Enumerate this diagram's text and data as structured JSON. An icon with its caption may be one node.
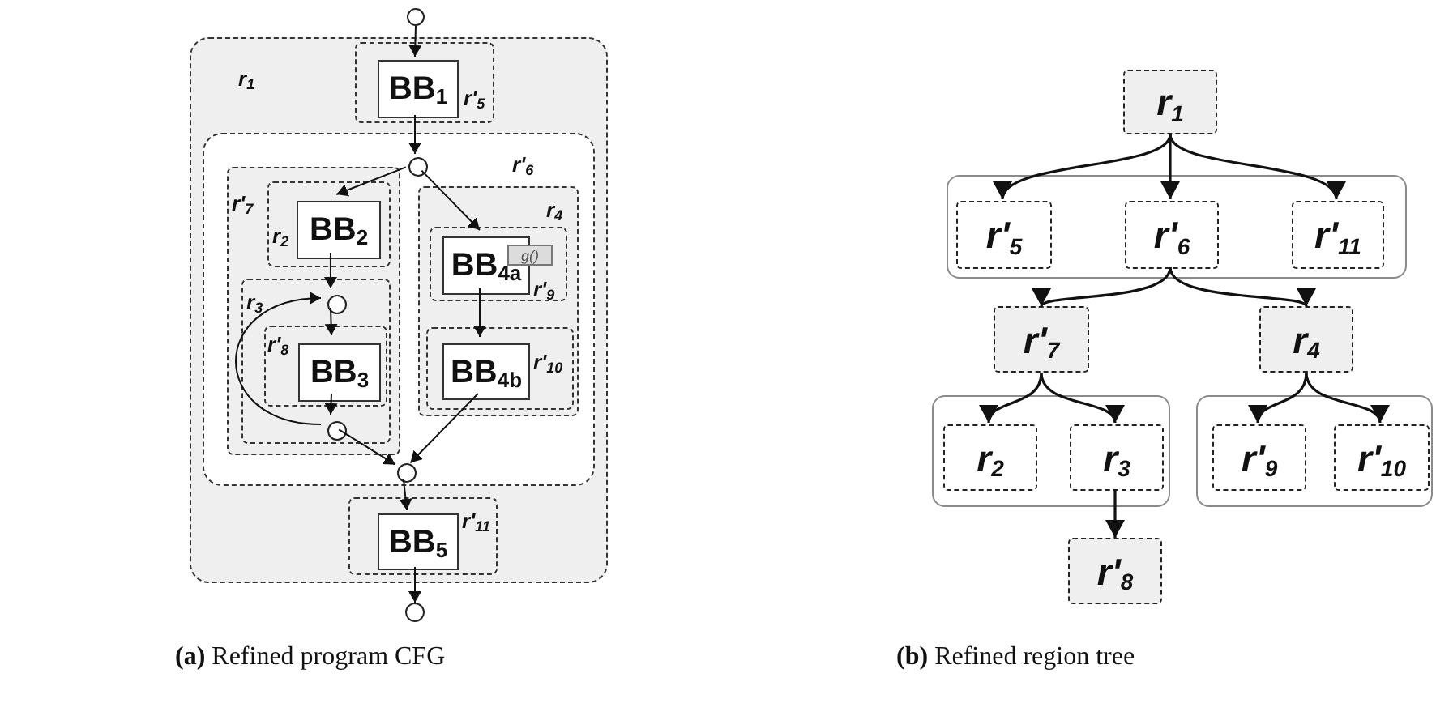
{
  "diagram": {
    "nodes": [
      {
        "text": [],
        "shape": "circle"
      },
      {
        "text": [
          "r$_{1}$"
        ]
      },
      {
        "text": [
          "r'$_{5}$"
        ],
        "in": 1
      },
      {
        "text": [
          "BB$_{1}$"
        ],
        "in": 2
      },
      {
        "text": [
          "r'$_{6}$"
        ],
        "in": 1
      },
      {
        "text": [],
        "shape": "circle",
        "in": 4
      },
      {
        "text": [
          "r'$_{7}$"
        ],
        "in": 4
      },
      {
        "text": [
          "r$_{2}$"
        ],
        "in": 6
      },
      {
        "text": [
          "BB$_{2}$"
        ],
        "in": 7
      },
      {
        "text": [
          "r$_{3}$"
        ],
        "in": 6
      },
      {
        "text": [],
        "shape": "circle",
        "in": 9
      },
      {
        "text": [
          "r'$_{8}$"
        ],
        "in": 9
      },
      {
        "text": [
          "BB$_{3}$"
        ],
        "in": 11
      },
      {
        "text": [],
        "shape": "circle",
        "in": 9
      },
      {
        "text": [
          "r$_{4}$"
        ],
        "in": 4
      },
      {
        "text": [
          "r'$_{9}$"
        ],
        "in": 14
      },
      {
        "text": [
          "BB$_{4a}$"
        ],
        "in": 15
      },
      {
        "text": [
          "g()"
        ],
        "in": 15
      },
      {
        "text": [
          "r'$_{10}$"
        ],
        "in": 14
      },
      {
        "text": [
          "BB$_{4b}$"
        ],
        "in": 18
      },
      {
        "text": [],
        "shape": "circle",
        "in": 4
      },
      {
        "text": [
          "r'$_{11}$"
        ],
        "in": 1
      },
      {
        "text": [
          "BB$_{5}$"
        ],
        "in": 21
      },
      {
        "text": [],
        "shape": "circle"
      },
      {
        "text": [
          "r$_{1}$"
        ]
      },
      {
        "text": [],
        "shape": "box"
      },
      {
        "text": [
          "r'$_{5}$"
        ],
        "in": 25
      },
      {
        "text": [
          "r'$_{6}$"
        ],
        "in": 25
      },
      {
        "text": [
          "r'$_{11}$"
        ],
        "in": 25
      },
      {
        "text": [
          "r'$_{7}$"
        ]
      },
      {
        "text": [
          "r$_{4}$"
        ]
      },
      {
        "text": [],
        "shape": "box"
      },
      {
        "text": [
          "r$_{2}$"
        ],
        "in": 31
      },
      {
        "text": [
          "r$_{3}$"
        ],
        "in": 31
      },
      {
        "text": [],
        "shape": "box"
      },
      {
        "text": [
          "r'$_{9}$"
        ],
        "in": 34
      },
      {
        "text": [
          "r'$_{10}$"
        ],
        "in": 34
      },
      {
        "text": [
          "r'$_{8}$"
        ]
      }
    ],
    "edges": [
      {
        "from": 0,
        "to": 3,
        "arrow": "to"
      },
      {
        "from": 3,
        "to": 5,
        "arrow": "to"
      },
      {
        "from": 5,
        "to": 8,
        "arrow": "to"
      },
      {
        "from": 5,
        "to": 16,
        "arrow": "to"
      },
      {
        "from": 8,
        "to": 10,
        "arrow": "to"
      },
      {
        "from": 10,
        "to": 12,
        "arrow": "to"
      },
      {
        "from": 12,
        "to": 13,
        "arrow": "to"
      },
      {
        "from": 13,
        "to": 10,
        "arrow": "to"
      },
      {
        "from": 16,
        "to": 19,
        "arrow": "to"
      },
      {
        "from": 13,
        "to": 20,
        "arrow": "to"
      },
      {
        "from": 19,
        "to": 20,
        "arrow": "to"
      },
      {
        "from": 20,
        "to": 22,
        "arrow": "to"
      },
      {
        "from": 22,
        "to": 23,
        "arrow": "to"
      },
      {
        "from": 24,
        "to": 26,
        "arrow": "to"
      },
      {
        "from": 24,
        "to": 27,
        "arrow": "to"
      },
      {
        "from": 24,
        "to": 28,
        "arrow": "to"
      },
      {
        "from": 27,
        "to": 29,
        "arrow": "to"
      },
      {
        "from": 27,
        "to": 30,
        "arrow": "to"
      },
      {
        "from": 29,
        "to": 32,
        "arrow": "to"
      },
      {
        "from": 29,
        "to": 33,
        "arrow": "to"
      },
      {
        "from": 30,
        "to": 35,
        "arrow": "to"
      },
      {
        "from": 30,
        "to": 36,
        "arrow": "to"
      },
      {
        "from": 33,
        "to": 37,
        "arrow": "to"
      }
    ],
    "labels": [
      "**(a)** Refined program CFG",
      "**(b)** Refined region tree"
    ]
  }
}
